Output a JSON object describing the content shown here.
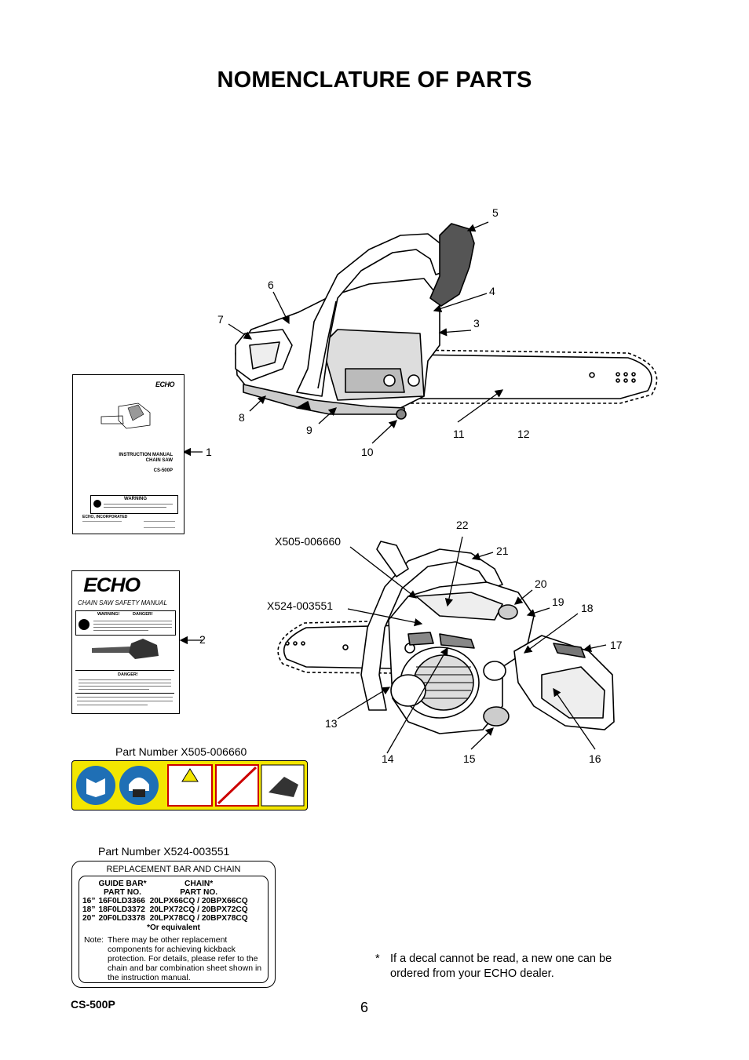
{
  "page": {
    "title": "NOMENCLATURE OF PARTS",
    "model": "CS-500P",
    "page_number": "6",
    "footnote_mark": "*",
    "footnote_text": "If a decal cannot be read, a new one can be ordered from your ECHO dealer."
  },
  "callouts": {
    "c1": "1",
    "c2": "2",
    "c3": "3",
    "c4": "4",
    "c5": "5",
    "c6": "6",
    "c7": "7",
    "c8": "8",
    "c9": "9",
    "c10": "10",
    "c11": "11",
    "c12": "12",
    "c13": "13",
    "c14": "14",
    "c15": "15",
    "c16": "16",
    "c17": "17",
    "c18": "18",
    "c19": "19",
    "c20": "20",
    "c21": "21",
    "c22": "22",
    "x505": "X505-006660",
    "x524": "X524-003551"
  },
  "manual_cover": {
    "brand": "ECHO",
    "line1": "INSTRUCTION MANUAL",
    "line2": "CHAIN SAW",
    "line3": "CS-500P",
    "warning": "WARNING",
    "company": "ECHO, INCORPORATED"
  },
  "safety_manual": {
    "brand": "ECHO",
    "subtitle": "CHAIN SAW SAFETY MANUAL",
    "warning": "WARNING!",
    "danger": "DANGER!",
    "danger2": "DANGER!"
  },
  "decal_x505": {
    "label": "Part Number X505-006660"
  },
  "decal_x524": {
    "label": "Part Number X524-003551",
    "header": "REPLACEMENT BAR AND CHAIN",
    "col1_h1": "GUIDE BAR*",
    "col1_h2": "PART NO.",
    "col2_h1": "CHAIN*",
    "col2_h2": "PART NO.",
    "rows": [
      {
        "size": "16”",
        "bar": "16F0LD3366",
        "chain": "20LPX66CQ / 20BPX66CQ"
      },
      {
        "size": "18”",
        "bar": "18F0LD3372",
        "chain": "20LPX72CQ / 20BPX72CQ"
      },
      {
        "size": "20”",
        "bar": "20F0LD3378",
        "chain": "20LPX78CQ / 20BPX78CQ"
      }
    ],
    "or_equiv": "*Or equivalent",
    "note_label": "Note:",
    "note_text": "There may be other replacement components for achieving kickback protection. For details, please refer to the chain and bar combination sheet shown in the instruction manual."
  }
}
